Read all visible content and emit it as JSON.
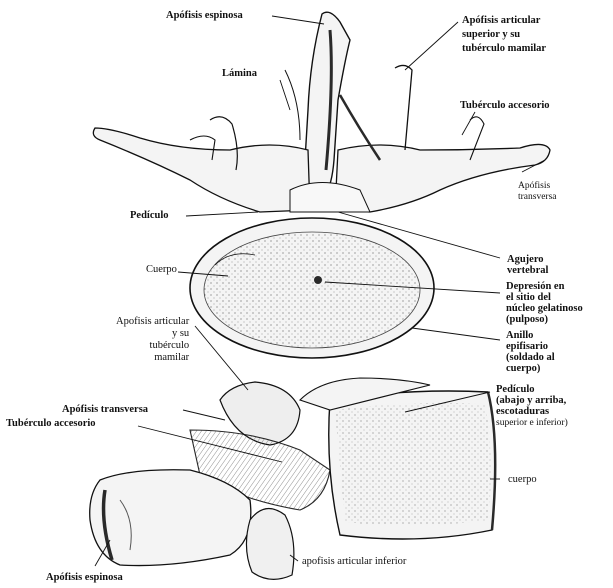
{
  "labels": {
    "apofisis_espinosa_top": "Apófisis espinosa",
    "apofisis_articular_superior": "Apófisis articular\nsuperior y su\ntubérculo mamilar",
    "lamina": "Lámina",
    "tuberculo_accesorio_top": "Tubérculo accesorio",
    "apofisis_transversa_right": "Apófisis\ntransversa",
    "pediculo_top": "Pedículo",
    "agujero_vertebral": "Agujero\nvertebral",
    "cuerpo_top": "Cuerpo",
    "depresion": "Depresión en\nel sitio del\nnúcleo gelatinoso\n(pulposo)",
    "anillo_epifisario": "Anillo\nepifisario\n(soldado al\ncuerpo)",
    "apofisis_articular_side": "Apofisis articular\ny su\ntubérculo\nmamilar",
    "pediculo_side": "Pedículo\n(abajo y arriba,\nescotaduras",
    "escotaduras_extra": "superior e inferior)",
    "apofisis_transversa_side": "Apófisis transversa",
    "tuberculo_accesorio_side": "Tubérculo accesorio",
    "cuerpo_side": "cuerpo",
    "apofisis_articular_inferior": "apofisis articular inferior",
    "apofisis_espinosa_bottom": "Apófisis espinosa"
  },
  "colors": {
    "ink": "#111111",
    "bone_fill": "#f4f4f4",
    "shade": "#6b6b6b",
    "dark": "#2a2a2a"
  }
}
